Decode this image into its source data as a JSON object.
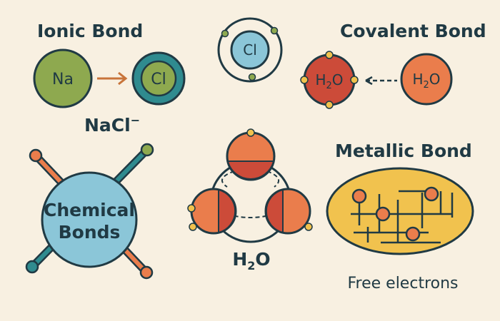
{
  "ionic": {
    "title": "Ionic Bond",
    "atom_a": "Na",
    "atom_b": "Cl",
    "formula_main": "NaCl",
    "formula_sup": "−"
  },
  "center_atom": {
    "label": "Cl"
  },
  "covalent": {
    "title": "Covalent Bond",
    "left": {
      "main": "H",
      "sub": "2",
      "tail": "O"
    },
    "right": {
      "main": "H",
      "sub": "2",
      "tail": "O"
    }
  },
  "hub": {
    "line1": "Chemical",
    "line2": "Bonds"
  },
  "water": {
    "main": "H",
    "sub": "2",
    "tail": "O"
  },
  "metallic": {
    "title": "Metallic Bond",
    "caption": "Free electrons"
  },
  "colors": {
    "background": "#f8f0e1",
    "navy": "#203a44",
    "green": "#8ea94f",
    "teal": "#2f8b8f",
    "blue": "#8bc6d8",
    "orange": "#ea7d4c",
    "red": "#cc4b39",
    "gold": "#f1c24e"
  }
}
